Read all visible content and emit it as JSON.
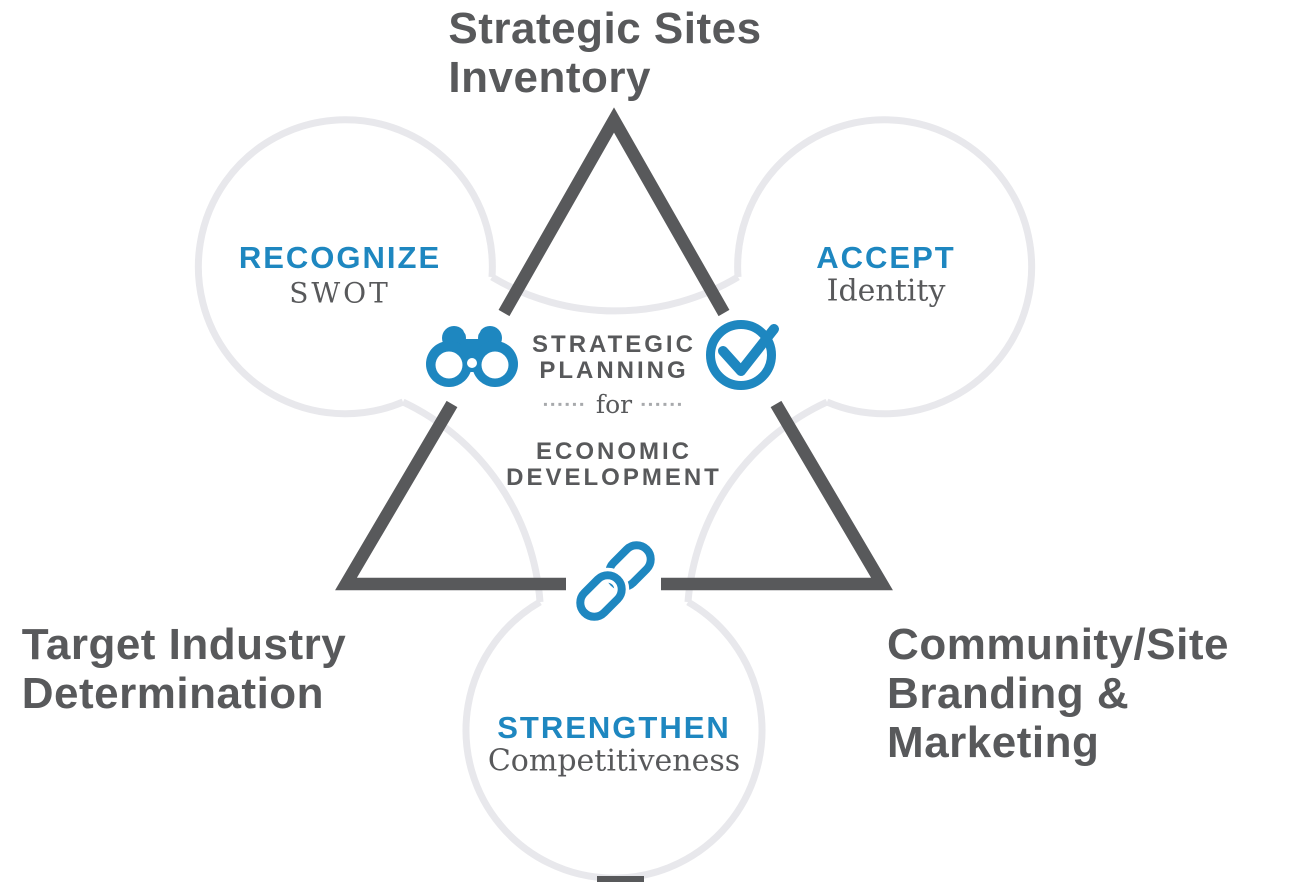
{
  "colors": {
    "blue": "#1E87C0",
    "dark": "#58595B",
    "light": "#E8E8EC",
    "dots": "#A7A9AC",
    "bg": "#FFFFFF"
  },
  "outer_labels": {
    "top": {
      "line1": "Strategic Sites",
      "line2": "Inventory"
    },
    "bottom_left": {
      "line1": "Target Industry",
      "line2": "Determination"
    },
    "bottom_right": {
      "line1": "Community/Site",
      "line2": "Branding & Marketing"
    }
  },
  "bubbles": {
    "recognize": {
      "title": "RECOGNIZE",
      "subtitle": "SWOT",
      "icon": "binoculars-icon"
    },
    "accept": {
      "title": "ACCEPT",
      "subtitle": "Identity",
      "icon": "check-circle-icon"
    },
    "strengthen": {
      "title": "STRENGTHEN",
      "subtitle": "Competitiveness",
      "icon": "chain-link-icon"
    }
  },
  "center_text": {
    "line1": "STRATEGIC",
    "line2": "PLANNING",
    "connector_word": "for",
    "connector_dots": "▪▪▪▪▪▪",
    "line3": "ECONOMIC",
    "line4": "DEVELOPMENT"
  }
}
